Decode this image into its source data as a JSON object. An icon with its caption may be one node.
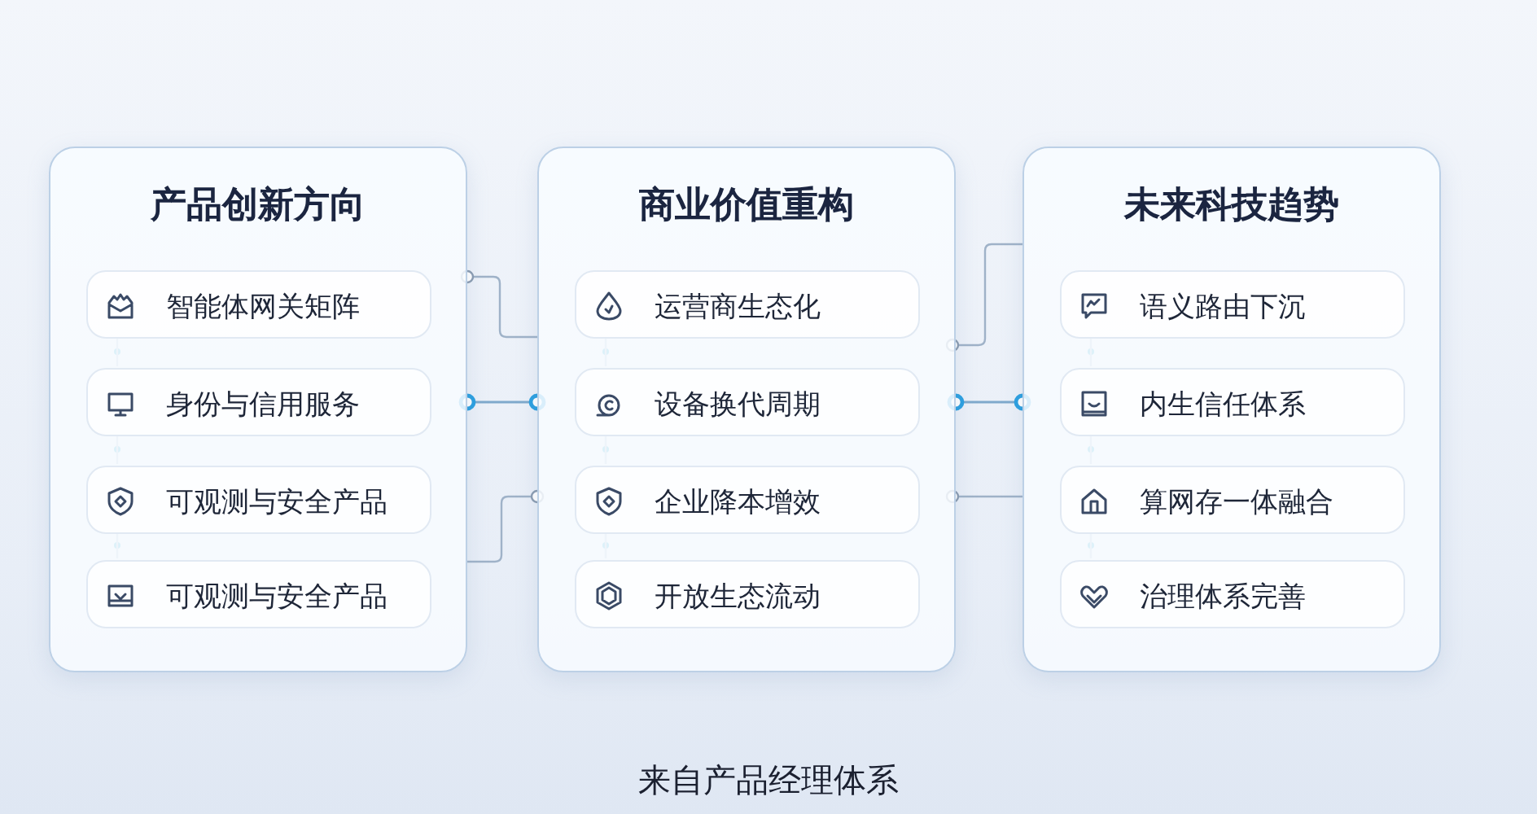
{
  "diagram": {
    "caption": "来自产品经理体系",
    "nodes": [
      {
        "text": [
          "产品创新方向"
        ]
      },
      {
        "text": [
          "智能体网关矩阵"
        ],
        "in": 0
      },
      {
        "text": [
          "身份与信用服务"
        ],
        "in": 0
      },
      {
        "text": [
          "可观测与安全产品"
        ],
        "in": 0
      },
      {
        "text": [
          "可观测与安全产品"
        ],
        "in": 0
      },
      {
        "text": [
          "商业价值重构"
        ]
      },
      {
        "text": [
          "运营商生态化"
        ],
        "in": 5
      },
      {
        "text": [
          "设备换代周期"
        ],
        "in": 5
      },
      {
        "text": [
          "企业降本增效"
        ],
        "in": 5
      },
      {
        "text": [
          "开放生态流动"
        ],
        "in": 5
      },
      {
        "text": [
          "未来科技趋势"
        ]
      },
      {
        "text": [
          "语义路由下沉"
        ],
        "in": 10
      },
      {
        "text": [
          "内生信任体系"
        ],
        "in": 10
      },
      {
        "text": [
          "算网存一体融合"
        ],
        "in": 10
      },
      {
        "text": [
          "治理体系完善"
        ],
        "in": 10
      }
    ],
    "edges": [
      {
        "from": 0,
        "to": 5,
        "arrow": "other"
      },
      {
        "from": 5,
        "to": 10,
        "arrow": "other"
      },
      {
        "from": 1,
        "to": 2,
        "arrow": "none"
      },
      {
        "from": 2,
        "to": 3,
        "arrow": "none"
      },
      {
        "from": 3,
        "to": 4,
        "arrow": "none"
      },
      {
        "from": 6,
        "to": 7,
        "arrow": "none"
      },
      {
        "from": 7,
        "to": 8,
        "arrow": "none"
      },
      {
        "from": 8,
        "to": 9,
        "arrow": "none"
      },
      {
        "from": 11,
        "to": 12,
        "arrow": "none"
      },
      {
        "from": 12,
        "to": 13,
        "arrow": "none"
      },
      {
        "from": 13,
        "to": 14,
        "arrow": "none"
      },
      {
        "from": 0,
        "to": 5,
        "arrow": "other"
      },
      {
        "from": 5,
        "to": 0,
        "arrow": "other"
      },
      {
        "from": 5,
        "to": 10,
        "arrow": "other"
      },
      {
        "from": 5,
        "to": 10,
        "arrow": "other"
      }
    ]
  }
}
